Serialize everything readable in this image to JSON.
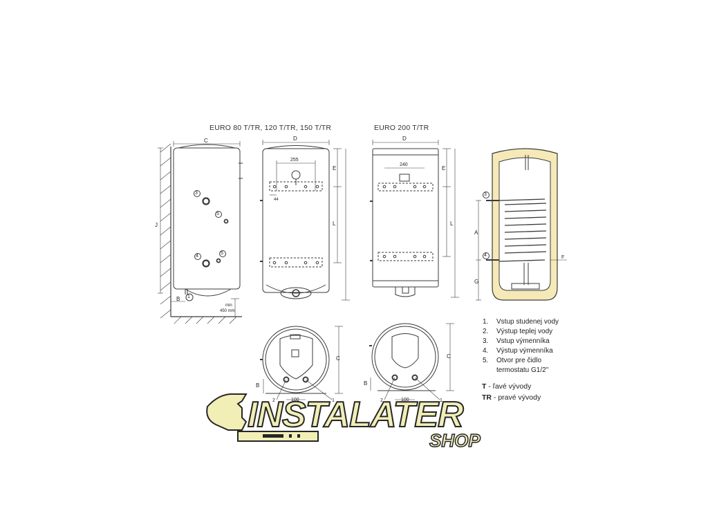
{
  "titles": {
    "left": "EURO 80 T/TR,  120 T/TR,  150 T/TR",
    "right": "EURO 200 T/TR"
  },
  "dimensions": {
    "c": "C",
    "d": "D",
    "j": "J",
    "b": "B",
    "e": "E",
    "l": "L",
    "a": "A",
    "g": "G",
    "f": "F",
    "d255": "255",
    "d240": "240",
    "d44": "44",
    "d100": "100",
    "min_label": "min",
    "min_value": "450 mm"
  },
  "callouts": [
    "1",
    "2",
    "3",
    "4",
    "5"
  ],
  "legend": [
    {
      "num": "1.",
      "text": "Vstup studenej vody"
    },
    {
      "num": "2.",
      "text": "Výstup teplej vody"
    },
    {
      "num": "3.",
      "text": "Vstup výmenníka"
    },
    {
      "num": "4.",
      "text": "Výstup výmenníka"
    },
    {
      "num": "5.",
      "text": "Otvor pre čidlo"
    },
    {
      "num": "",
      "text": "termostatu G1/2\""
    }
  ],
  "variants": [
    {
      "code": "T",
      "text": " - ľavé vývody"
    },
    {
      "code": "TR",
      "text": " - pravé vývody"
    }
  ],
  "logo": {
    "name": "INSTALATER",
    "sub": "SHOP"
  },
  "colors": {
    "line": "#3a3a3a",
    "insulation": "#f5e9b8",
    "logo_fill": "#f1eeb6",
    "logo_stroke": "#262626"
  }
}
